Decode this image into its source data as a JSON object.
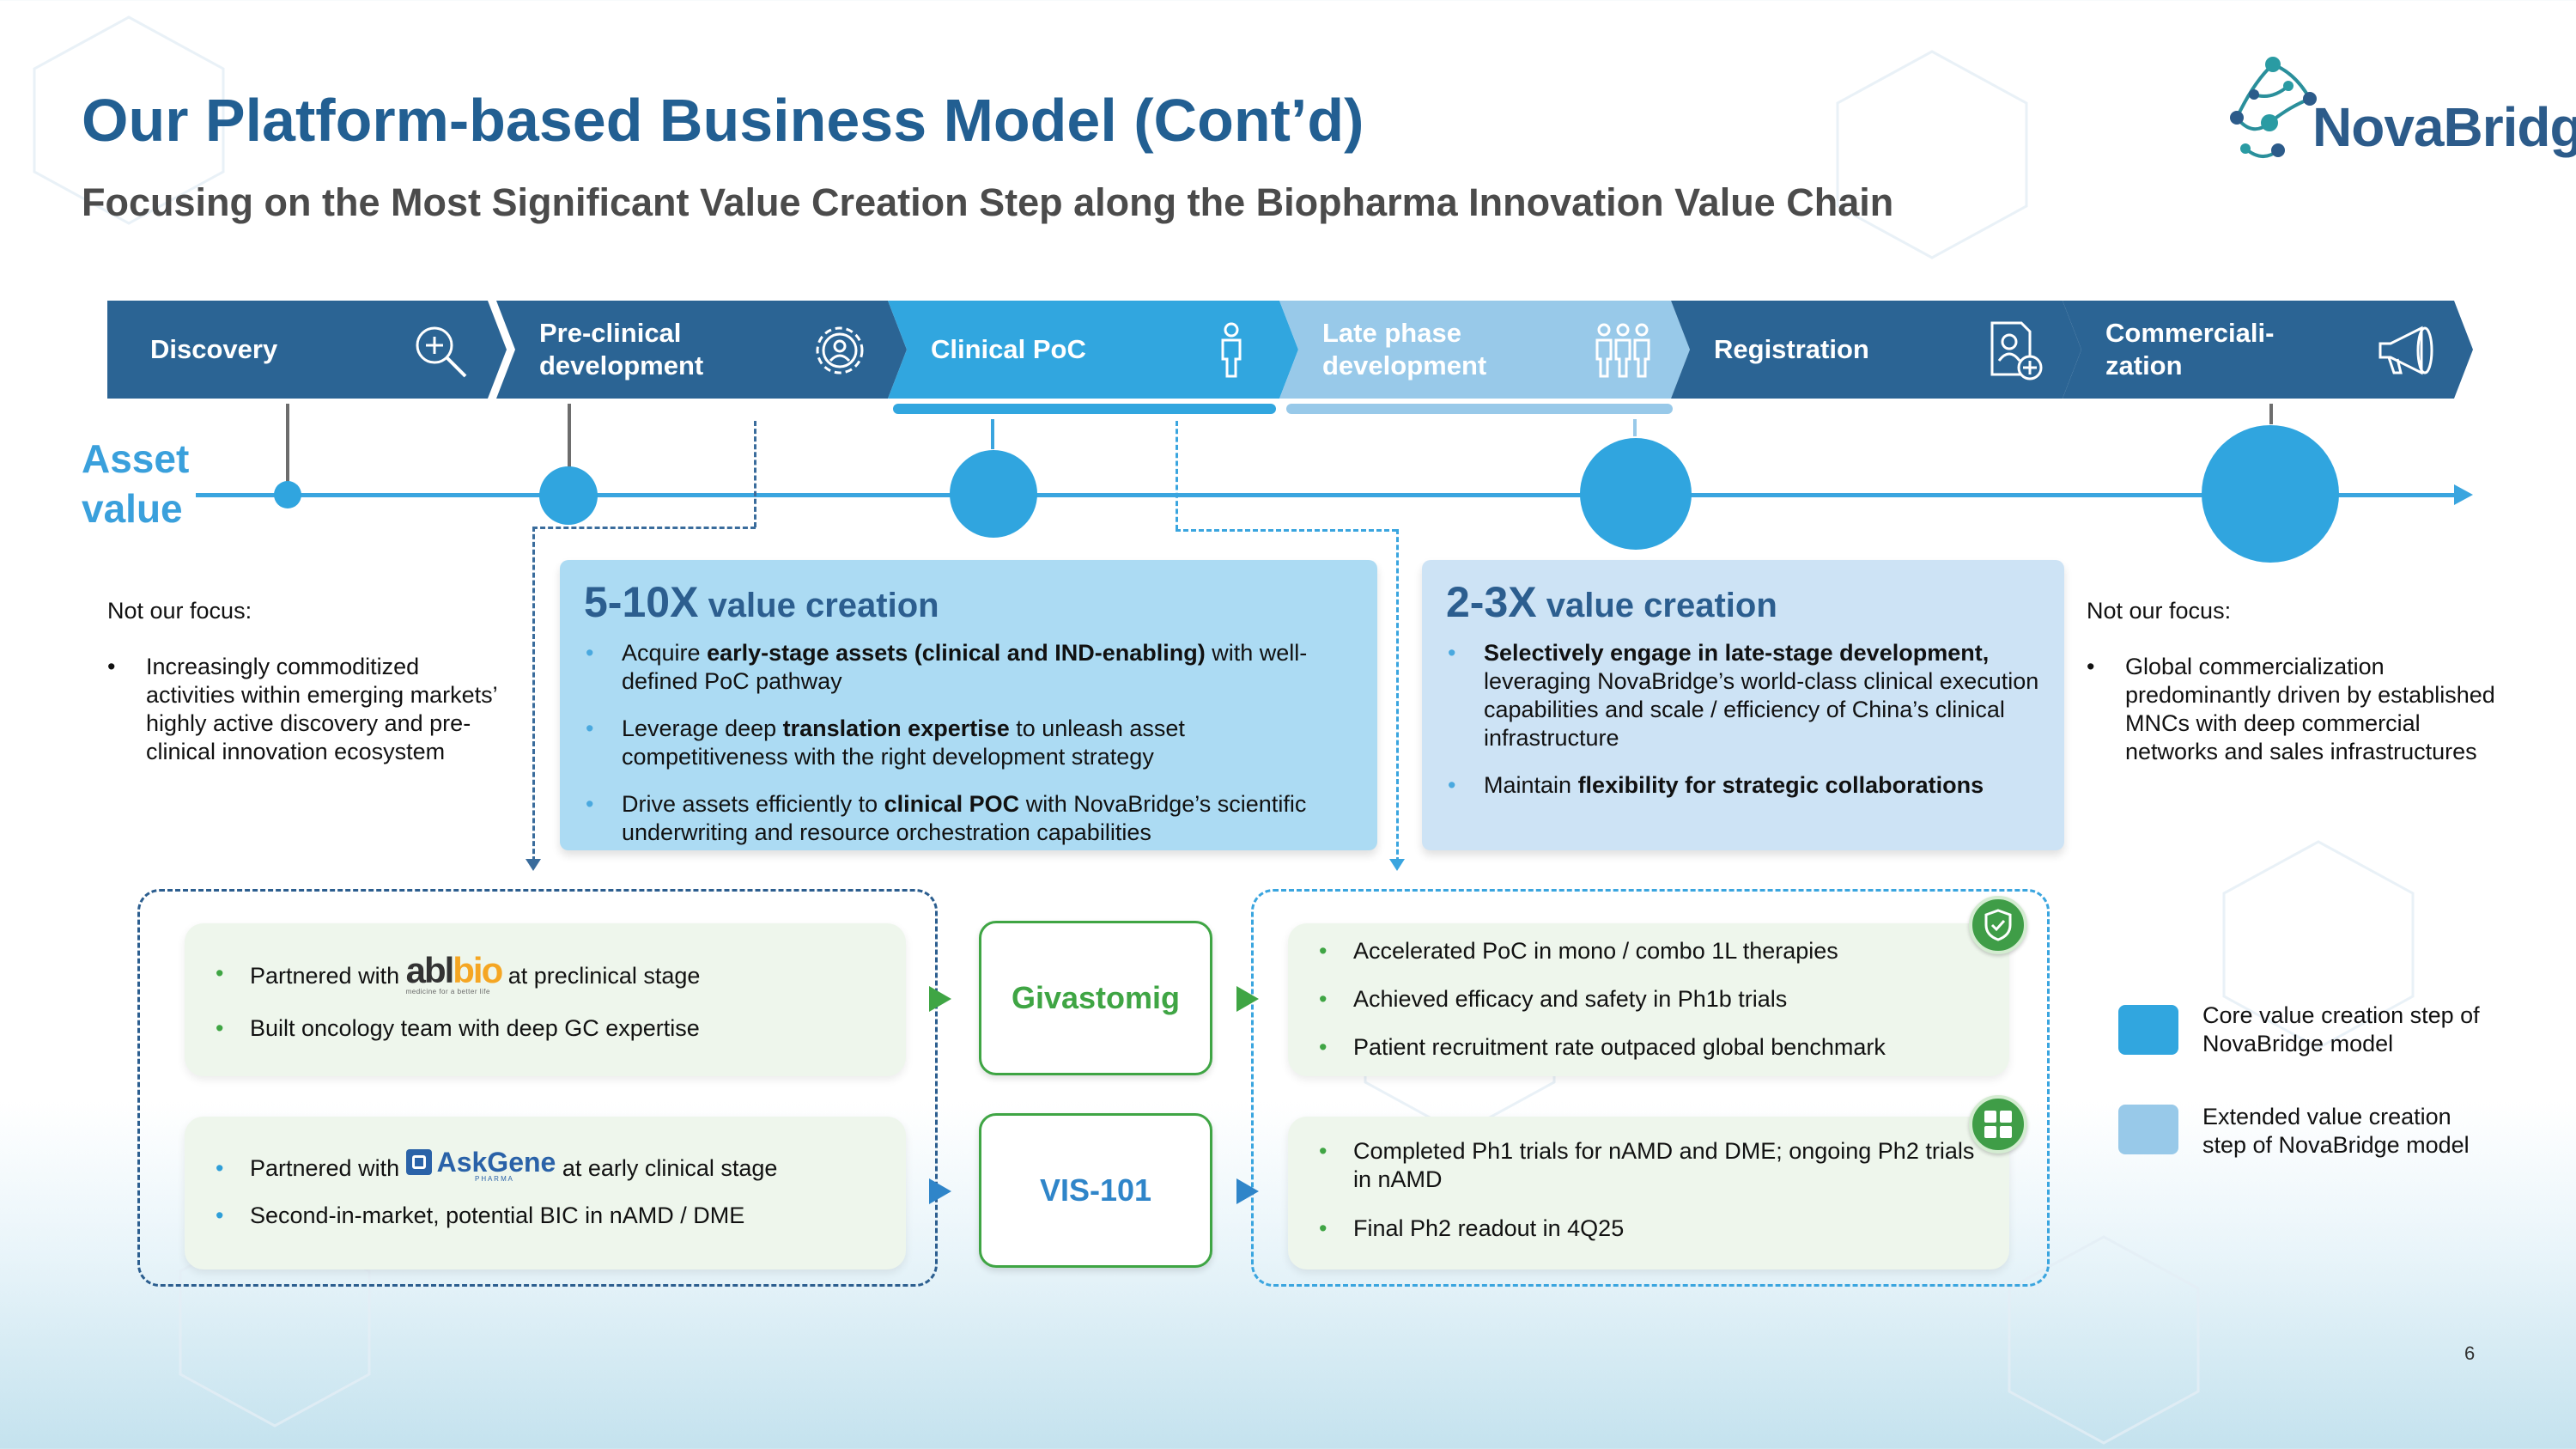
{
  "header": {
    "title": "Our Platform-based Business Model (Cont’d)",
    "subtitle": "Focusing on the Most Significant Value Creation Step along the Biopharma Innovation Value Chain",
    "logo_text": "NovaBridge",
    "page_number": "6"
  },
  "value_chain": [
    {
      "label": "Discovery",
      "icon": "magnifier-plus-icon",
      "style": "dark"
    },
    {
      "label": "Pre-clinical development",
      "icon": "gear-person-icon",
      "style": "dark"
    },
    {
      "label": "Clinical PoC",
      "icon": "person-icon",
      "style": "core"
    },
    {
      "label": "Late phase development",
      "icon": "people-group-icon",
      "style": "extended"
    },
    {
      "label": "Registration",
      "icon": "document-person-plus-icon",
      "style": "dark"
    },
    {
      "label": "Commerciali- zation",
      "icon": "megaphone-icon",
      "style": "dark"
    }
  ],
  "asset_value_label": "Asset value",
  "left_focus": {
    "heading": "Not our focus:",
    "bullet": "Increasingly commoditized activities within emerging markets’ highly active discovery and pre-clinical innovation ecosystem"
  },
  "right_focus": {
    "heading": "Not our focus:",
    "bullet": "Global commercialization predominantly driven by established MNCs with deep commercial networks and sales infrastructures"
  },
  "core_box": {
    "multiplier": "5-10X",
    "heading": "value creation",
    "bullets": [
      {
        "pre": "Acquire ",
        "bold": "early-stage assets (clinical and IND-enabling)",
        "post": " with well-defined PoC pathway"
      },
      {
        "pre": "Leverage deep ",
        "bold": "translation expertise",
        "post": " to unleash asset competitiveness with the right development strategy"
      },
      {
        "pre": "Drive assets efficiently to ",
        "bold": "clinical POC",
        "post": " with NovaBridge’s scientific underwriting and resource orchestration capabilities"
      }
    ]
  },
  "extended_box": {
    "multiplier": "2-3X",
    "heading": "value creation",
    "bullets": [
      {
        "pre": "",
        "bold": "Selectively engage in late-stage development,",
        "post": " leveraging NovaBridge’s world-class clinical execution capabilities and scale / efficiency of China’s clinical infrastructure"
      },
      {
        "pre": "Maintain ",
        "bold": "flexibility for strategic collaborations",
        "post": ""
      }
    ]
  },
  "assets": [
    {
      "name": "Givastomig",
      "name_color": "#3fa544",
      "partner_prefix": "Partnered with ",
      "partner_logo": "ablbio",
      "partner_tagline": "medicine for a better life",
      "partner_suffix": " at preclinical stage",
      "left_bullet_2": "Built oncology team with deep GC expertise",
      "badge_icon": "shield-check-icon",
      "results": [
        "Accelerated PoC in mono / combo 1L therapies",
        "Achieved efficacy and safety in Ph1b trials",
        "Patient recruitment rate outpaced global benchmark"
      ]
    },
    {
      "name": "VIS-101",
      "name_color": "#2f85c9",
      "partner_prefix": "Partnered with ",
      "partner_logo": "AskGene",
      "partner_tagline": "P H A R M A",
      "partner_suffix": " at early clinical stage",
      "left_bullet_2": "Second-in-market, potential BIC in nAMD / DME",
      "badge_icon": "grid-squares-icon",
      "results": [
        "Completed Ph1 trials for nAMD and DME; ongoing Ph2 trials in nAMD",
        "Final Ph2 readout in 4Q25"
      ]
    }
  ],
  "legend": [
    {
      "label": "Core value creation step of NovaBridge model",
      "color": "#31a6df"
    },
    {
      "label": "Extended value creation step of NovaBridge model",
      "color": "#98c9e9"
    }
  ],
  "colors": {
    "title": "#225f92",
    "dark_chevron": "#2b6494",
    "core": "#31a6df",
    "extended": "#98c9e9",
    "green": "#3fa544"
  }
}
